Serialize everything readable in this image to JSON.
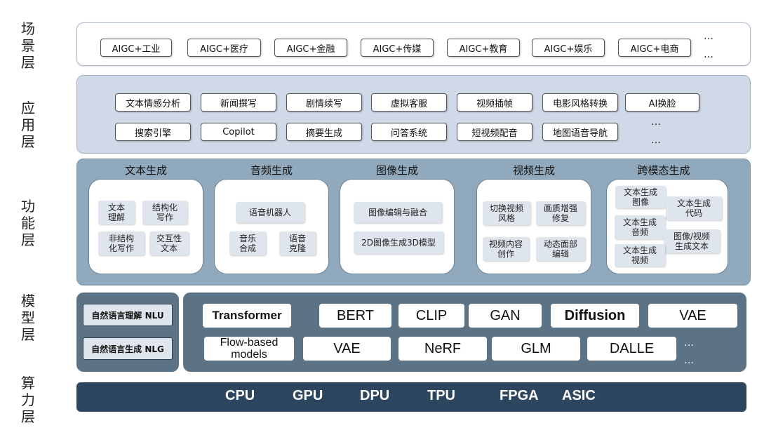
{
  "layers": {
    "scene": [
      "场",
      "景",
      "层"
    ],
    "application": [
      "应",
      "用",
      "层"
    ],
    "function": [
      "功",
      "能",
      "层"
    ],
    "model": [
      "模",
      "型",
      "层"
    ],
    "compute": [
      "算",
      "力",
      "层"
    ]
  },
  "scene": {
    "items": [
      "AIGC+工业",
      "AIGC+医疗",
      "AIGC+金融",
      "AIGC+传媒",
      "AIGC+教育",
      "AIGC+娱乐",
      "AIGC+电商"
    ],
    "ellipsis": "…"
  },
  "application": {
    "row1": [
      "文本情感分析",
      "新闻撰写",
      "剧情续写",
      "虚拟客服",
      "视频插帧",
      "电影风格转换",
      "AI换脸"
    ],
    "row2": [
      "搜索引擎",
      "Copilot",
      "摘要生成",
      "问答系统",
      "短视频配音",
      "地图语音导航"
    ],
    "ellipsis": "…"
  },
  "function": {
    "text": {
      "title": "文本生成",
      "items": [
        "文本\n理解",
        "结构化\n写作",
        "非结构\n化写作",
        "交互性\n文本"
      ]
    },
    "audio": {
      "title": "音频生成",
      "items": [
        "语音机器人",
        "音乐\n合成",
        "语音\n克隆"
      ]
    },
    "image": {
      "title": "图像生成",
      "items": [
        "图像编辑与融合",
        "2D图像生成3D模型"
      ]
    },
    "video": {
      "title": "视频生成",
      "items": [
        "切换视频\n风格",
        "画质增强\n修复",
        "视频内容\n创作",
        "动态面部\n编辑"
      ]
    },
    "cross": {
      "title": "跨模态生成",
      "items": [
        "文本生成\n图像",
        "文本生成\n代码",
        "文本生成\n音频",
        "图像/视频\n生成文本",
        "文本生成\n视频"
      ]
    }
  },
  "model": {
    "left": [
      "自然语言理解 NLU",
      "自然语言生成 NLG"
    ],
    "row1": [
      "Transformer",
      "BERT",
      "CLIP",
      "GAN",
      "Diffusion",
      "VAE"
    ],
    "row2": [
      "Flow-based\nmodels",
      "VAE",
      "NeRF",
      "GLM",
      "DALLE"
    ],
    "ellipsis": "…"
  },
  "compute": {
    "items": [
      "CPU",
      "GPU",
      "DPU",
      "TPU",
      "FPGA",
      "ASIC"
    ]
  },
  "colors": {
    "app_band": "#cfd9e8",
    "func_band": "#91a9bd",
    "model_band": "#5b7384",
    "compute_band": "#2d4660",
    "sub_chip": "#dfe5ec"
  }
}
